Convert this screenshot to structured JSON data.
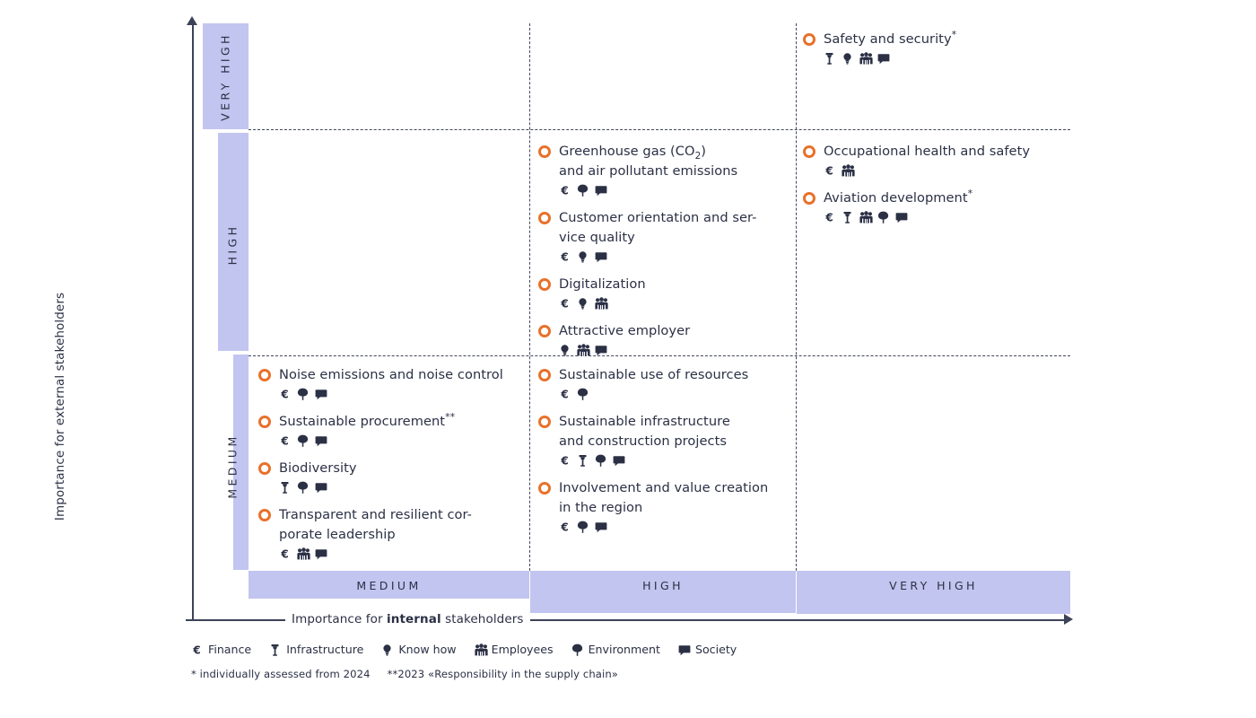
{
  "axes": {
    "y_title_prefix": "Importance for external stakeholders",
    "x_title_pre": "Importance for ",
    "x_title_bold": "internal",
    "x_title_post": " stakeholders",
    "y_levels": [
      "VERY HIGH",
      "HIGH",
      "MEDIUM"
    ],
    "x_levels": [
      "MEDIUM",
      "HIGH",
      "VERY HIGH"
    ]
  },
  "colors": {
    "band": "#c2c5ef",
    "marker": "#e8712a",
    "text": "#2b3045",
    "grid": "#41465c"
  },
  "legend": [
    {
      "icon": "finance-icon",
      "label": "Finance"
    },
    {
      "icon": "infrastructure-icon",
      "label": "Infrastructure"
    },
    {
      "icon": "knowhow-icon",
      "label": "Know how"
    },
    {
      "icon": "employees-icon",
      "label": "Employees"
    },
    {
      "icon": "environment-icon",
      "label": "Environment"
    },
    {
      "icon": "society-icon",
      "label": "Society"
    }
  ],
  "footnotes": [
    "* individually assessed from 2024",
    "**2023 «Responsibility in the supply chain»"
  ],
  "chart_data": {
    "type": "scatter",
    "title": "",
    "xlabel": "Importance for internal stakeholders",
    "ylabel": "Importance for external stakeholders",
    "x_categories": [
      "MEDIUM",
      "HIGH",
      "VERY HIGH"
    ],
    "y_categories": [
      "MEDIUM",
      "HIGH",
      "VERY HIGH"
    ],
    "grid": "dashed",
    "legend_position": "bottom",
    "points": [
      {
        "label": "Safety and security",
        "footnote_marker": "*",
        "x": "VERY HIGH",
        "y": "VERY HIGH",
        "icons": [
          "infrastructure-icon",
          "knowhow-icon",
          "employees-icon",
          "society-icon"
        ]
      },
      {
        "label": "Greenhouse gas (CO2) and air pollutant emissions",
        "label_line1_pre": "Greenhouse gas (CO",
        "label_line1_sub": "2",
        "label_line1_post": ")",
        "label_line2": "and air pollutant emissions",
        "x": "HIGH",
        "y": "HIGH",
        "icons": [
          "finance-icon",
          "environment-icon",
          "society-icon"
        ]
      },
      {
        "label": "Customer orientation and ser-vice quality",
        "label_line1": "Customer orientation and ser-",
        "label_line2": "vice quality",
        "x": "HIGH",
        "y": "HIGH",
        "icons": [
          "finance-icon",
          "knowhow-icon",
          "society-icon"
        ]
      },
      {
        "label": "Digitalization",
        "x": "HIGH",
        "y": "HIGH",
        "icons": [
          "finance-icon",
          "knowhow-icon",
          "employees-icon"
        ]
      },
      {
        "label": "Attractive employer",
        "x": "HIGH",
        "y": "HIGH",
        "icons": [
          "knowhow-icon",
          "employees-icon",
          "society-icon"
        ]
      },
      {
        "label": "Occupational health and safety",
        "x": "VERY HIGH",
        "y": "HIGH",
        "icons": [
          "finance-icon",
          "employees-icon"
        ]
      },
      {
        "label": "Aviation development",
        "footnote_marker": "*",
        "x": "VERY HIGH",
        "y": "HIGH",
        "icons": [
          "finance-icon",
          "infrastructure-icon",
          "employees-icon",
          "environment-icon",
          "society-icon"
        ]
      },
      {
        "label": "Noise emissions and noise control",
        "x": "MEDIUM",
        "y": "MEDIUM",
        "icons": [
          "finance-icon",
          "environment-icon",
          "society-icon"
        ]
      },
      {
        "label": "Sustainable procurement",
        "footnote_marker": "**",
        "x": "MEDIUM",
        "y": "MEDIUM",
        "icons": [
          "finance-icon",
          "environment-icon",
          "society-icon"
        ]
      },
      {
        "label": "Biodiversity",
        "x": "MEDIUM",
        "y": "MEDIUM",
        "icons": [
          "infrastructure-icon",
          "environment-icon",
          "society-icon"
        ]
      },
      {
        "label": "Transparent and resilient cor-porate leadership",
        "label_line1": "Transparent and resilient cor-",
        "label_line2": "porate leadership",
        "x": "MEDIUM",
        "y": "MEDIUM",
        "icons": [
          "finance-icon",
          "employees-icon",
          "society-icon"
        ]
      },
      {
        "label": "Sustainable use of resources",
        "x": "HIGH",
        "y": "MEDIUM",
        "icons": [
          "finance-icon",
          "environment-icon"
        ]
      },
      {
        "label": "Sustainable infrastructure and construction projects",
        "label_line1": "Sustainable infrastructure",
        "label_line2": "and construction projects",
        "x": "HIGH",
        "y": "MEDIUM",
        "icons": [
          "finance-icon",
          "infrastructure-icon",
          "environment-icon",
          "society-icon"
        ]
      },
      {
        "label": "Involvement and value creation in the region",
        "label_line1": "Involvement and value creation",
        "label_line2": "in the region",
        "x": "HIGH",
        "y": "MEDIUM",
        "icons": [
          "finance-icon",
          "environment-icon",
          "society-icon"
        ]
      }
    ]
  }
}
